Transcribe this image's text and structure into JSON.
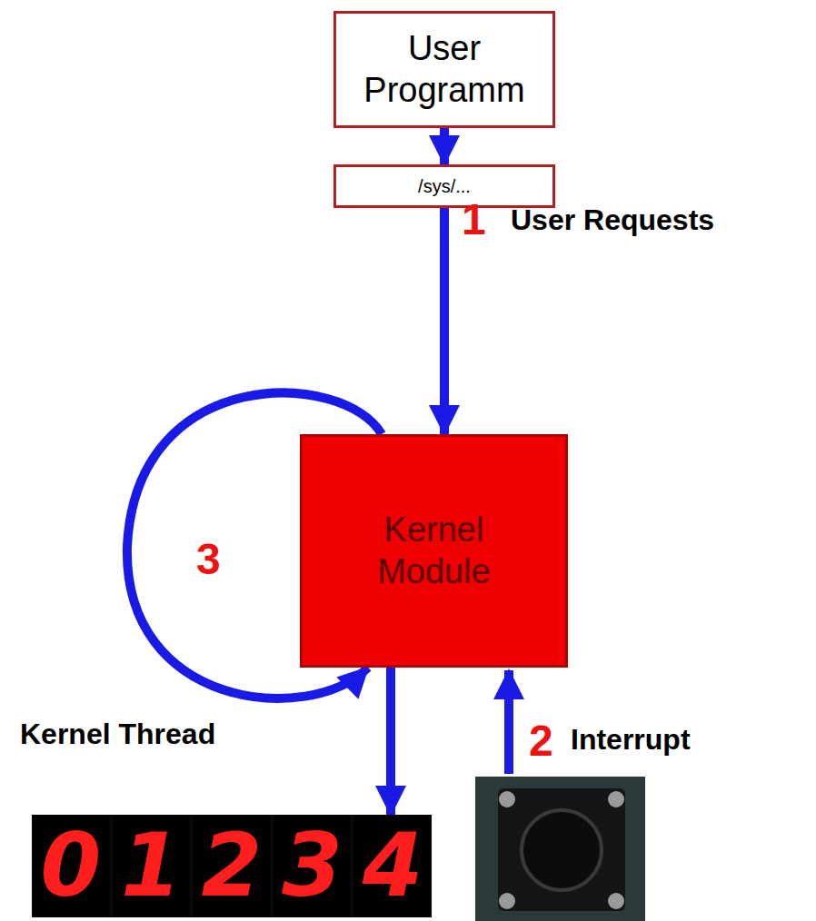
{
  "diagram": {
    "nodes": [
      {
        "text": [
          "User Programm"
        ]
      },
      {
        "text": [
          "/sys/..."
        ]
      },
      {
        "text": [
          "Kernel Module"
        ]
      },
      {
        "text": [
          "0",
          "1",
          "2",
          "3",
          "4"
        ]
      }
    ],
    "edges": [
      {
        "from": 0,
        "to": 1,
        "arrow": "to"
      },
      {
        "from": 1,
        "to": 2,
        "arrow": "to"
      },
      {
        "from": 2,
        "to": 2,
        "arrow": "to"
      },
      {
        "from": 2,
        "to": 3,
        "arrow": "to"
      }
    ],
    "labels": [
      "1",
      "User Requests",
      "3",
      "Kernel Thread",
      "2",
      "Interrupt"
    ]
  }
}
